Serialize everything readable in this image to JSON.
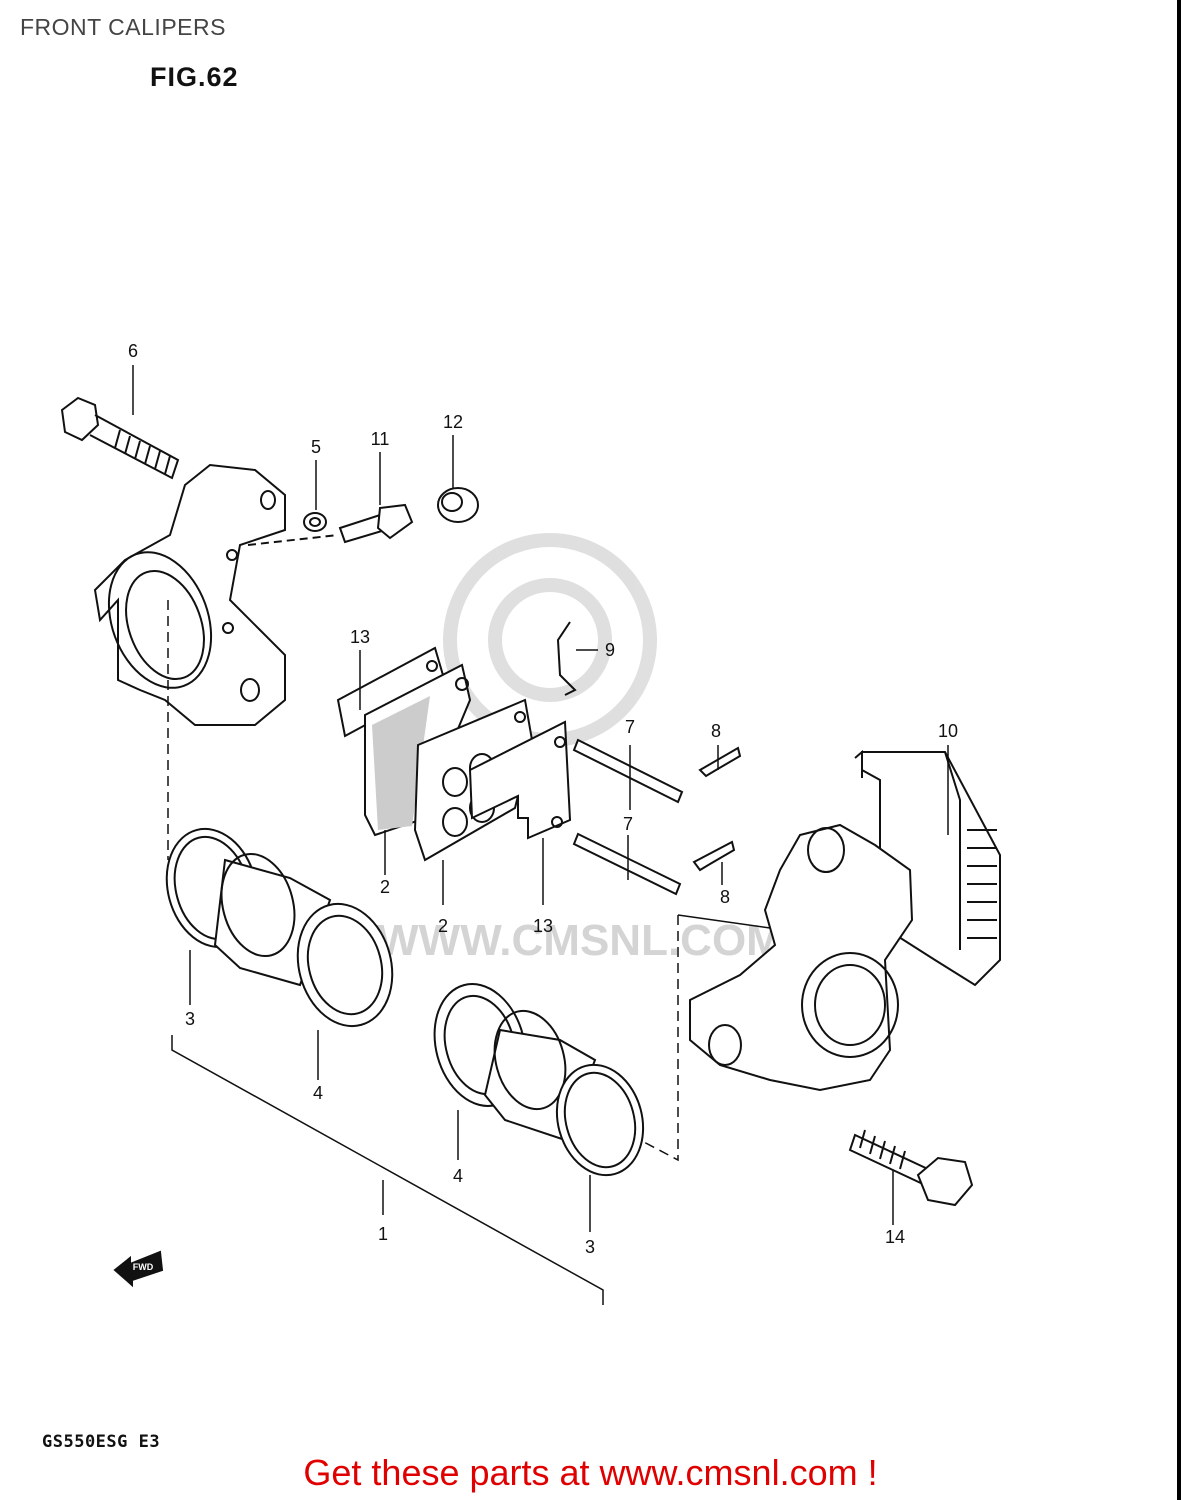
{
  "page": {
    "title": "FRONT CALIPERS",
    "figure_label": "FIG.62",
    "model_code": "GS550ESG  E3",
    "promo_text": "Get these parts at www.cmsnl.com !",
    "watermark_text": "WWW.CMSNL.COM"
  },
  "callouts": {
    "c1": "1",
    "c2a": "2",
    "c2b": "2",
    "c3a": "3",
    "c3b": "3",
    "c4a": "4",
    "c4b": "4",
    "c5": "5",
    "c6": "6",
    "c7a": "7",
    "c7b": "7",
    "c8a": "8",
    "c8b": "8",
    "c9": "9",
    "c10": "10",
    "c11": "11",
    "c12": "12",
    "c13a": "13",
    "c13b": "13",
    "c14": "14"
  },
  "direction_marker": "FWD",
  "colors": {
    "ink": "#111111",
    "promo": "#e00000",
    "watermark": "#d8d8d8"
  }
}
